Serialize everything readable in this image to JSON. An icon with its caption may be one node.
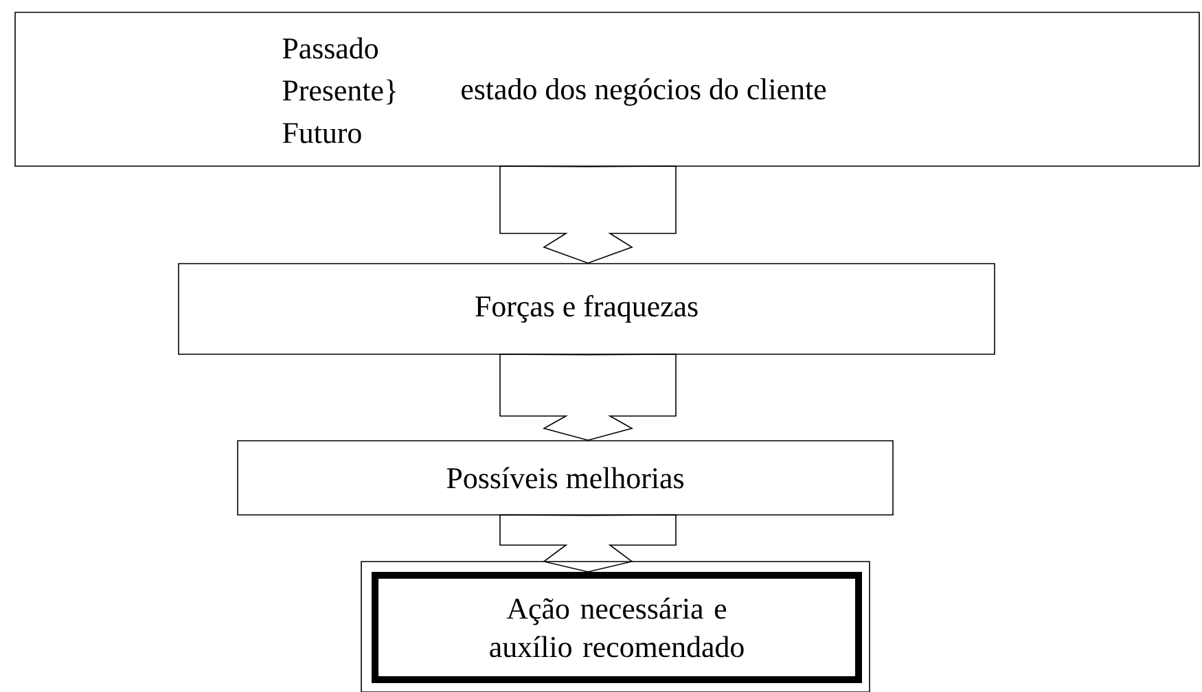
{
  "diagram": {
    "nodes": [
      {
        "text": [
          "Passado",
          "Presente}",
          "estado dos negócios do cliente",
          "Futuro"
        ]
      },
      {
        "text": [
          "Forças e fraquezas"
        ]
      },
      {
        "text": [
          "Possíveis melhorias"
        ]
      },
      {
        "text": [
          "Ação necessária e auxílio recomendado"
        ]
      }
    ],
    "edges": [
      {
        "from": 0,
        "to": 1,
        "arrow": "to"
      },
      {
        "from": 1,
        "to": 2,
        "arrow": "to"
      },
      {
        "from": 2,
        "to": 3,
        "arrow": "to"
      }
    ]
  }
}
